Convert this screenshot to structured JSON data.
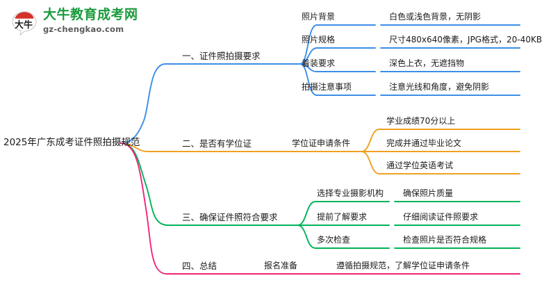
{
  "logo": {
    "mark_name": "daniu-bowl-logo-icon",
    "mark_text": "大牛",
    "title": "大牛教育成考网",
    "subtitle": "gz-chengkao.com",
    "title_color": "#1a9a3c",
    "mark_color": "#d3322a"
  },
  "mindmap": {
    "root": {
      "label": "2025年广东成考证件照拍摄规范"
    },
    "branch_colors": {
      "branch1": "#3b8ee8",
      "branch2": "#f0a020",
      "branch3": "#00b359",
      "branch4": "#f0257a"
    },
    "branches": [
      {
        "label": "一、证件照拍摄要求",
        "color": "#3b8ee8",
        "children": [
          {
            "label": "照片背景",
            "detail": "白色或浅色背景，无阴影"
          },
          {
            "label": "照片规格",
            "detail": "尺寸480x640像素，JPG格式，20-40KB"
          },
          {
            "label": "着装要求",
            "detail": "深色上衣，无遮挡物"
          },
          {
            "label": "拍摄注意事项",
            "detail": "注意光线和角度，避免阴影"
          }
        ]
      },
      {
        "label": "二、是否有学位证",
        "color": "#f0a020",
        "children": [
          {
            "label": "学位证申请条件",
            "details": [
              "学业成绩70分以上",
              "完成并通过毕业论文",
              "通过学位英语考试"
            ]
          }
        ]
      },
      {
        "label": "三、确保证件照符合要求",
        "color": "#00b359",
        "children": [
          {
            "label": "选择专业摄影机构",
            "detail": "确保照片质量"
          },
          {
            "label": "提前了解要求",
            "detail": "仔细阅读证件照要求"
          },
          {
            "label": "多次检查",
            "detail": "检查照片是否符合规格"
          }
        ]
      },
      {
        "label": "四、总结",
        "color": "#f0257a",
        "children": [
          {
            "label": "报名准备",
            "detail": "遵循拍摄规范，了解学位证申请条件"
          }
        ]
      }
    ]
  }
}
